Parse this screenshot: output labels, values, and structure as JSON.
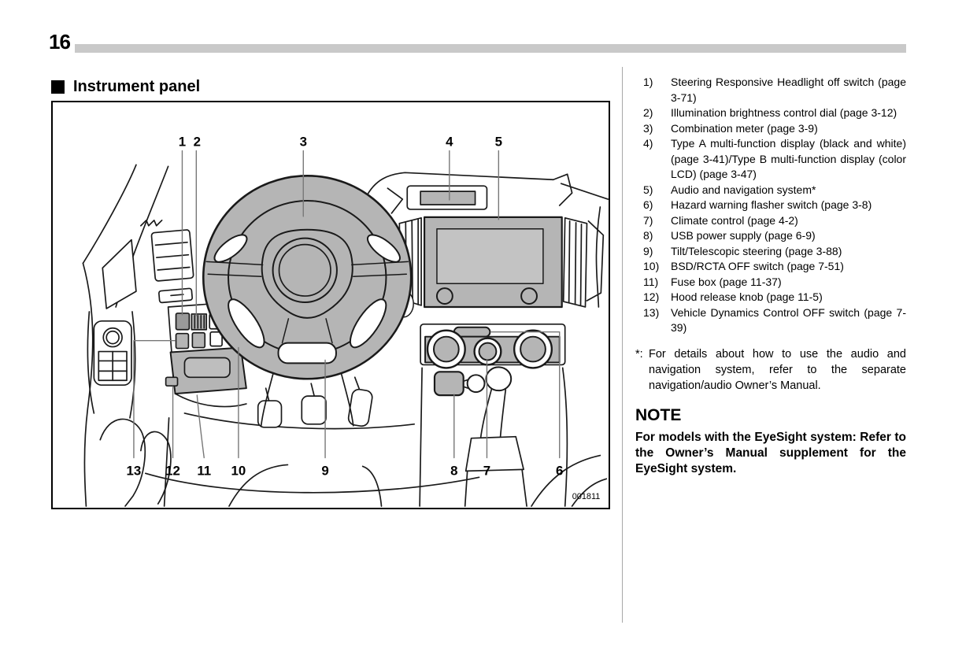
{
  "page": {
    "number": "16"
  },
  "section": {
    "title": "Instrument panel"
  },
  "figure": {
    "code": "001811",
    "callouts": [
      "1",
      "2",
      "3",
      "4",
      "5",
      "6",
      "7",
      "8",
      "9",
      "10",
      "11",
      "12",
      "13"
    ]
  },
  "legend": {
    "items": [
      {
        "num": "1)",
        "text": "Steering Responsive Headlight off switch (page 3-71)"
      },
      {
        "num": "2)",
        "text": "Illumination brightness control dial (page 3-12)"
      },
      {
        "num": "3)",
        "text": "Combination meter (page 3-9)"
      },
      {
        "num": "4)",
        "text": "Type A multi-function display (black and white) (page 3-41)/Type B multi-function display (color LCD) (page 3-47)"
      },
      {
        "num": "5)",
        "text": "Audio and navigation system*"
      },
      {
        "num": "6)",
        "text": "Hazard warning flasher switch (page 3-8)"
      },
      {
        "num": "7)",
        "text": "Climate control (page 4-2)"
      },
      {
        "num": "8)",
        "text": "USB power supply (page 6-9)"
      },
      {
        "num": "9)",
        "text": "Tilt/Telescopic steering (page 3-88)"
      },
      {
        "num": "10)",
        "text": "BSD/RCTA OFF switch (page 7-51)"
      },
      {
        "num": "11)",
        "text": "Fuse box (page 11-37)"
      },
      {
        "num": "12)",
        "text": "Hood release knob (page 11-5)"
      },
      {
        "num": "13)",
        "text": "Vehicle Dynamics Control OFF switch (page 7-39)"
      }
    ]
  },
  "footnote": {
    "marker": "*:",
    "text": "For details about how to use the audio and navigation system, refer to the separate navigation/audio Owner’s Manual."
  },
  "note": {
    "title": "NOTE",
    "body": "For models with the EyeSight system: Refer to the Owner’s Manual supplement for the EyeSight system."
  },
  "colors": {
    "diagram_fill": "#b5b5b5",
    "header_bar": "#c9c9c9",
    "line": "#1a1a1a"
  }
}
